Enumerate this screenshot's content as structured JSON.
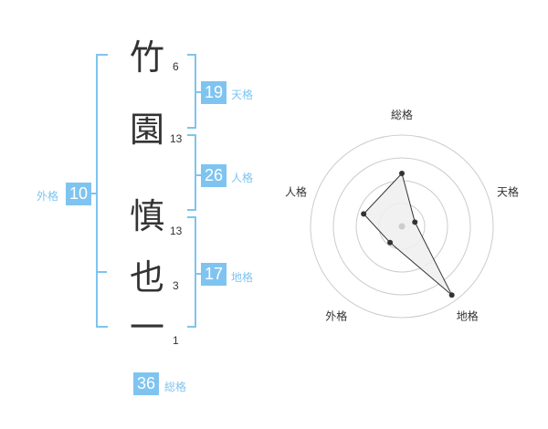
{
  "name": {
    "characters": [
      "竹",
      "園",
      "慎",
      "也",
      "一"
    ],
    "strokes": [
      "6",
      "13",
      "13",
      "3",
      "1"
    ]
  },
  "grids": {
    "tenkaku": {
      "value": "19",
      "label": "天格"
    },
    "jinkaku": {
      "value": "26",
      "label": "人格"
    },
    "chikaku": {
      "value": "17",
      "label": "地格"
    },
    "gaikaku": {
      "value": "10",
      "label": "外格"
    },
    "soukaku": {
      "value": "36",
      "label": "総格"
    }
  },
  "colors": {
    "accent": "#7fc4f0",
    "text": "#333333",
    "ring": "#cccccc",
    "fill": "#eeeeee"
  },
  "chart_data": {
    "type": "radar",
    "axes": [
      "総格",
      "天格",
      "地格",
      "外格",
      "人格"
    ],
    "values": [
      0.58,
      0.15,
      0.93,
      0.22,
      0.44
    ],
    "rings": 4
  }
}
